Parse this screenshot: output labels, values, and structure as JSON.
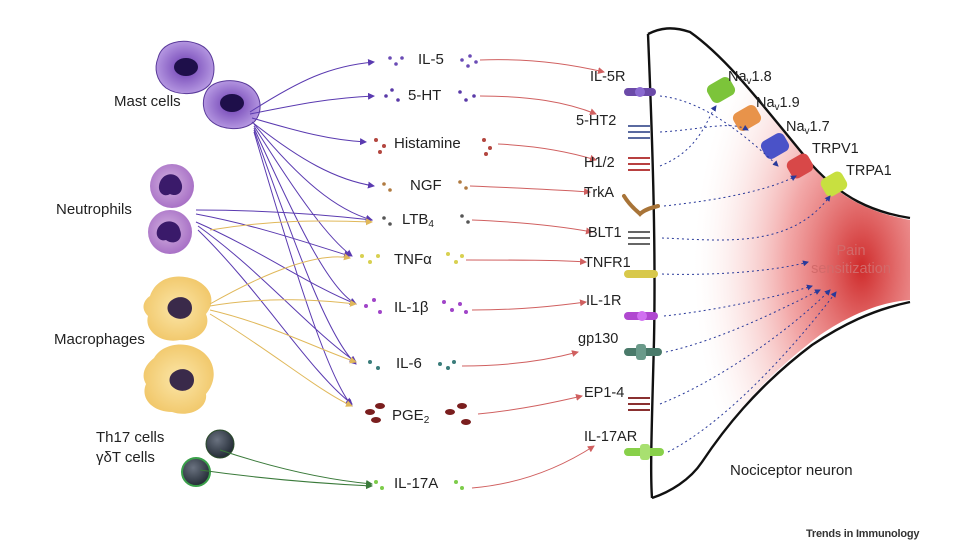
{
  "cells": {
    "mast": "Mast cells",
    "neutrophils": "Neutrophils",
    "macrophages": "Macrophages",
    "th17": "Th17 cells",
    "gdt": "γδT cells"
  },
  "mediators": [
    {
      "id": "il5",
      "label": "IL-5",
      "sub": "",
      "color": "#6a4bb5"
    },
    {
      "id": "ht5",
      "label": "5-HT",
      "sub": "",
      "color": "#5a3aa8"
    },
    {
      "id": "histamine",
      "label": "Histamine",
      "sub": "",
      "color": "#b3463f"
    },
    {
      "id": "ngf",
      "label": "NGF",
      "sub": "",
      "color": "#b07a40"
    },
    {
      "id": "ltb4",
      "label": "LTB",
      "sub": "4",
      "color": "#555555"
    },
    {
      "id": "tnfa",
      "label": "TNFα",
      "sub": "",
      "color": "#d8d050"
    },
    {
      "id": "il1b",
      "label": "IL-1β",
      "sub": "",
      "color": "#a044c8"
    },
    {
      "id": "il6",
      "label": "IL-6",
      "sub": "",
      "color": "#3a7c7a"
    },
    {
      "id": "pge2",
      "label": "PGE",
      "sub": "2",
      "color": "#7a1e1e"
    },
    {
      "id": "il17a",
      "label": "IL-17A",
      "sub": "",
      "color": "#7dcc4a"
    }
  ],
  "receptors": [
    {
      "id": "il5r",
      "label": "IL-5R",
      "color": "#6b4aa8"
    },
    {
      "id": "ht2",
      "label": "5-HT2",
      "color": "#5a6aa0"
    },
    {
      "id": "h12",
      "label": "H1/2",
      "color": "#b84040"
    },
    {
      "id": "trka",
      "label": "TrkA",
      "color": "#a87438"
    },
    {
      "id": "blt1",
      "label": "BLT1",
      "color": "#666666"
    },
    {
      "id": "tnfr1",
      "label": "TNFR1",
      "color": "#d8c84a"
    },
    {
      "id": "il1r",
      "label": "IL-1R",
      "color": "#b048d0"
    },
    {
      "id": "gp130",
      "label": "gp130",
      "color": "#4a7a6a"
    },
    {
      "id": "ep14",
      "label": "EP1-4",
      "color": "#8a3030"
    },
    {
      "id": "il17ar",
      "label": "IL-17AR",
      "color": "#88d04a"
    }
  ],
  "channels": [
    {
      "id": "nav18",
      "label": "Na",
      "sub": "v",
      "suffix": "1.8",
      "color": "#7cc43a"
    },
    {
      "id": "nav19",
      "label": "Na",
      "sub": "v",
      "suffix": "1.9",
      "color": "#e8934a"
    },
    {
      "id": "nav17",
      "label": "Na",
      "sub": "v",
      "suffix": "1.7",
      "color": "#4a52c8"
    },
    {
      "id": "trpv1",
      "label": "TRPV1",
      "sub": "",
      "suffix": "",
      "color": "#d84848"
    },
    {
      "id": "trpa1",
      "label": "TRPA1",
      "sub": "",
      "suffix": "",
      "color": "#c8e040"
    }
  ],
  "pain_line1": "Pain",
  "pain_line2": "sensitization",
  "neuron_label": "Nociceptor neuron",
  "credit": "Trends in Immunology"
}
